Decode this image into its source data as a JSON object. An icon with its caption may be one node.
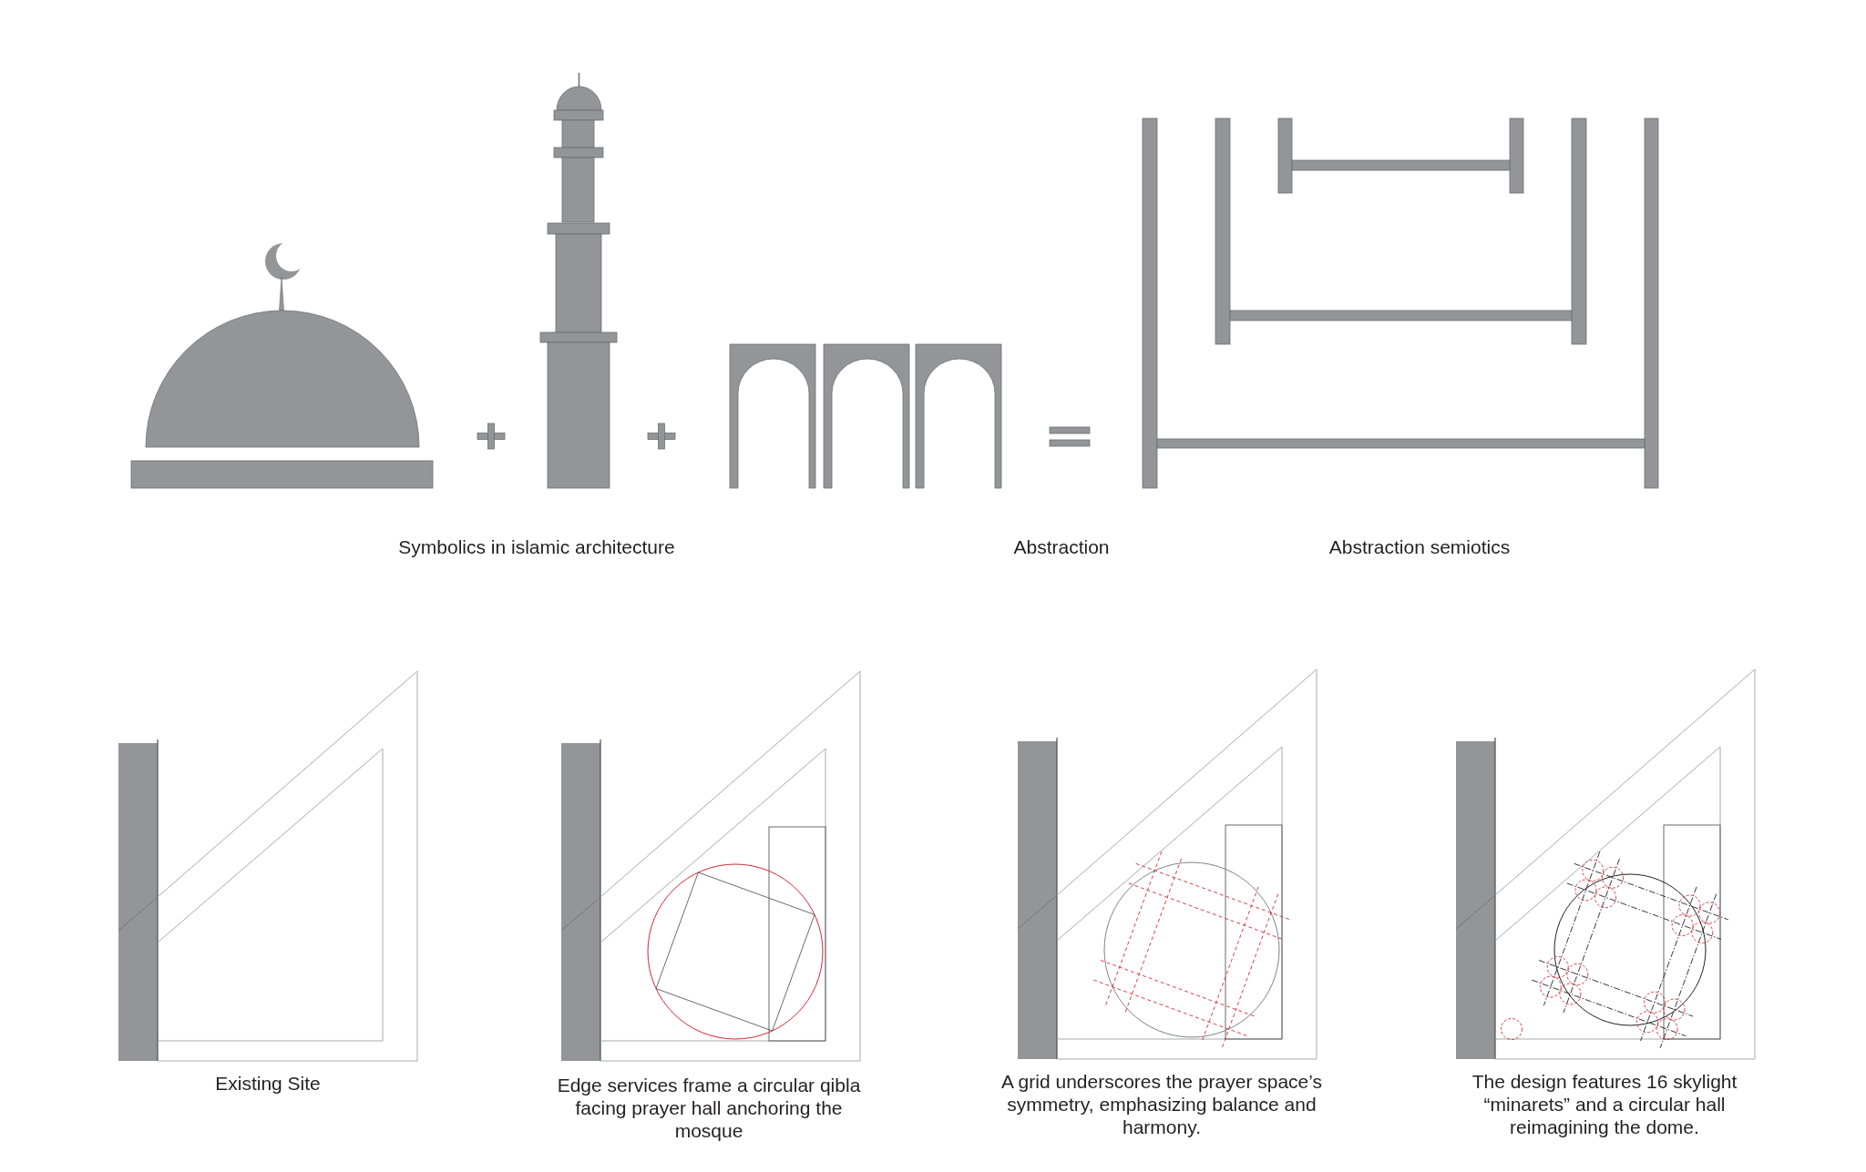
{
  "diagram": {
    "labels": [
      "Symbolics in islamic architecture",
      "Abstraction",
      "Abstraction semiotics",
      "Existing Site",
      "Edge services frame a circular qibla facing prayer hall anchoring the mosque",
      "A grid underscores the prayer space’s symmetry, emphasizing balance and harmony.",
      "The design features 16 skylight “minarets” and a circular hall reimagining the dome."
    ]
  }
}
